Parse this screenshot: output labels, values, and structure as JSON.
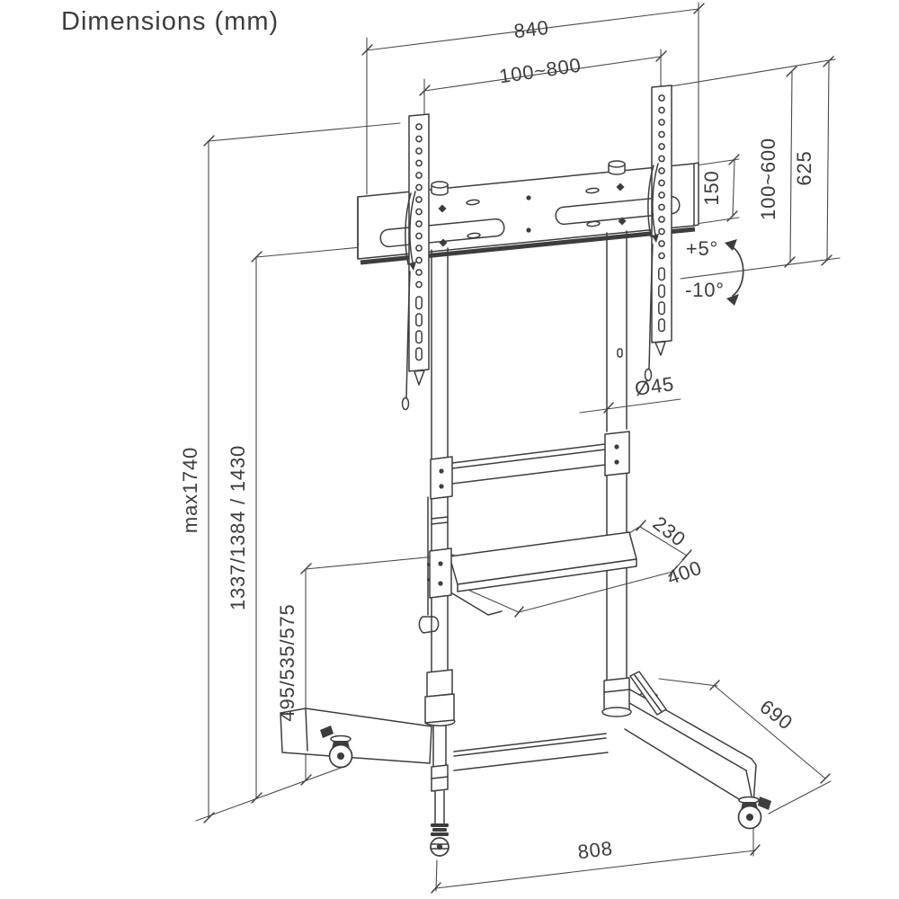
{
  "title": "Dimensions (mm)",
  "colors": {
    "line": "#3d3d3d",
    "text": "#3d3d3d",
    "background": "#ffffff"
  },
  "dims": {
    "bracket_total_width": "840",
    "vesa_width_range": "100~800",
    "plate_height": "150",
    "vesa_height_range": "100~600",
    "rail_height": "625",
    "tilt_up": "+5°",
    "tilt_down": "-10°",
    "pole_diameter": "Ø45",
    "max_height": "max1740",
    "column_heights": "1337/1384 / 1430",
    "shelf_depth": "230",
    "shelf_width": "400",
    "shelf_heights": "495/535/575",
    "base_depth": "690",
    "base_width": "808"
  }
}
